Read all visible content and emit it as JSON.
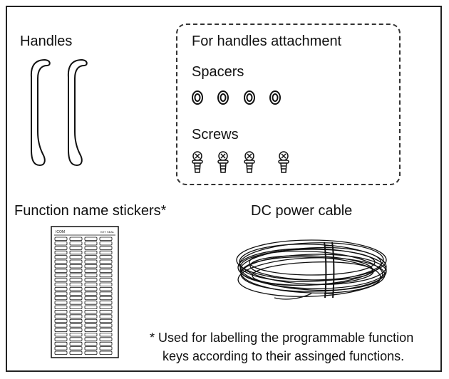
{
  "labels": {
    "handles": "Handles",
    "attachment_group": "For handles attachment",
    "spacers": "Spacers",
    "screws": "Screws",
    "stickers": "Function name stickers*",
    "dc_cable": "DC power cable"
  },
  "sticker_sheet": {
    "brand": "ICOM",
    "header": "KEY SEAL"
  },
  "footnote": {
    "line1": "* Used for labelling the programmable function",
    "line2": "keys according to their assinged functions."
  },
  "counts_shown": {
    "handles": 2,
    "spacers": 4,
    "screws": 4
  }
}
